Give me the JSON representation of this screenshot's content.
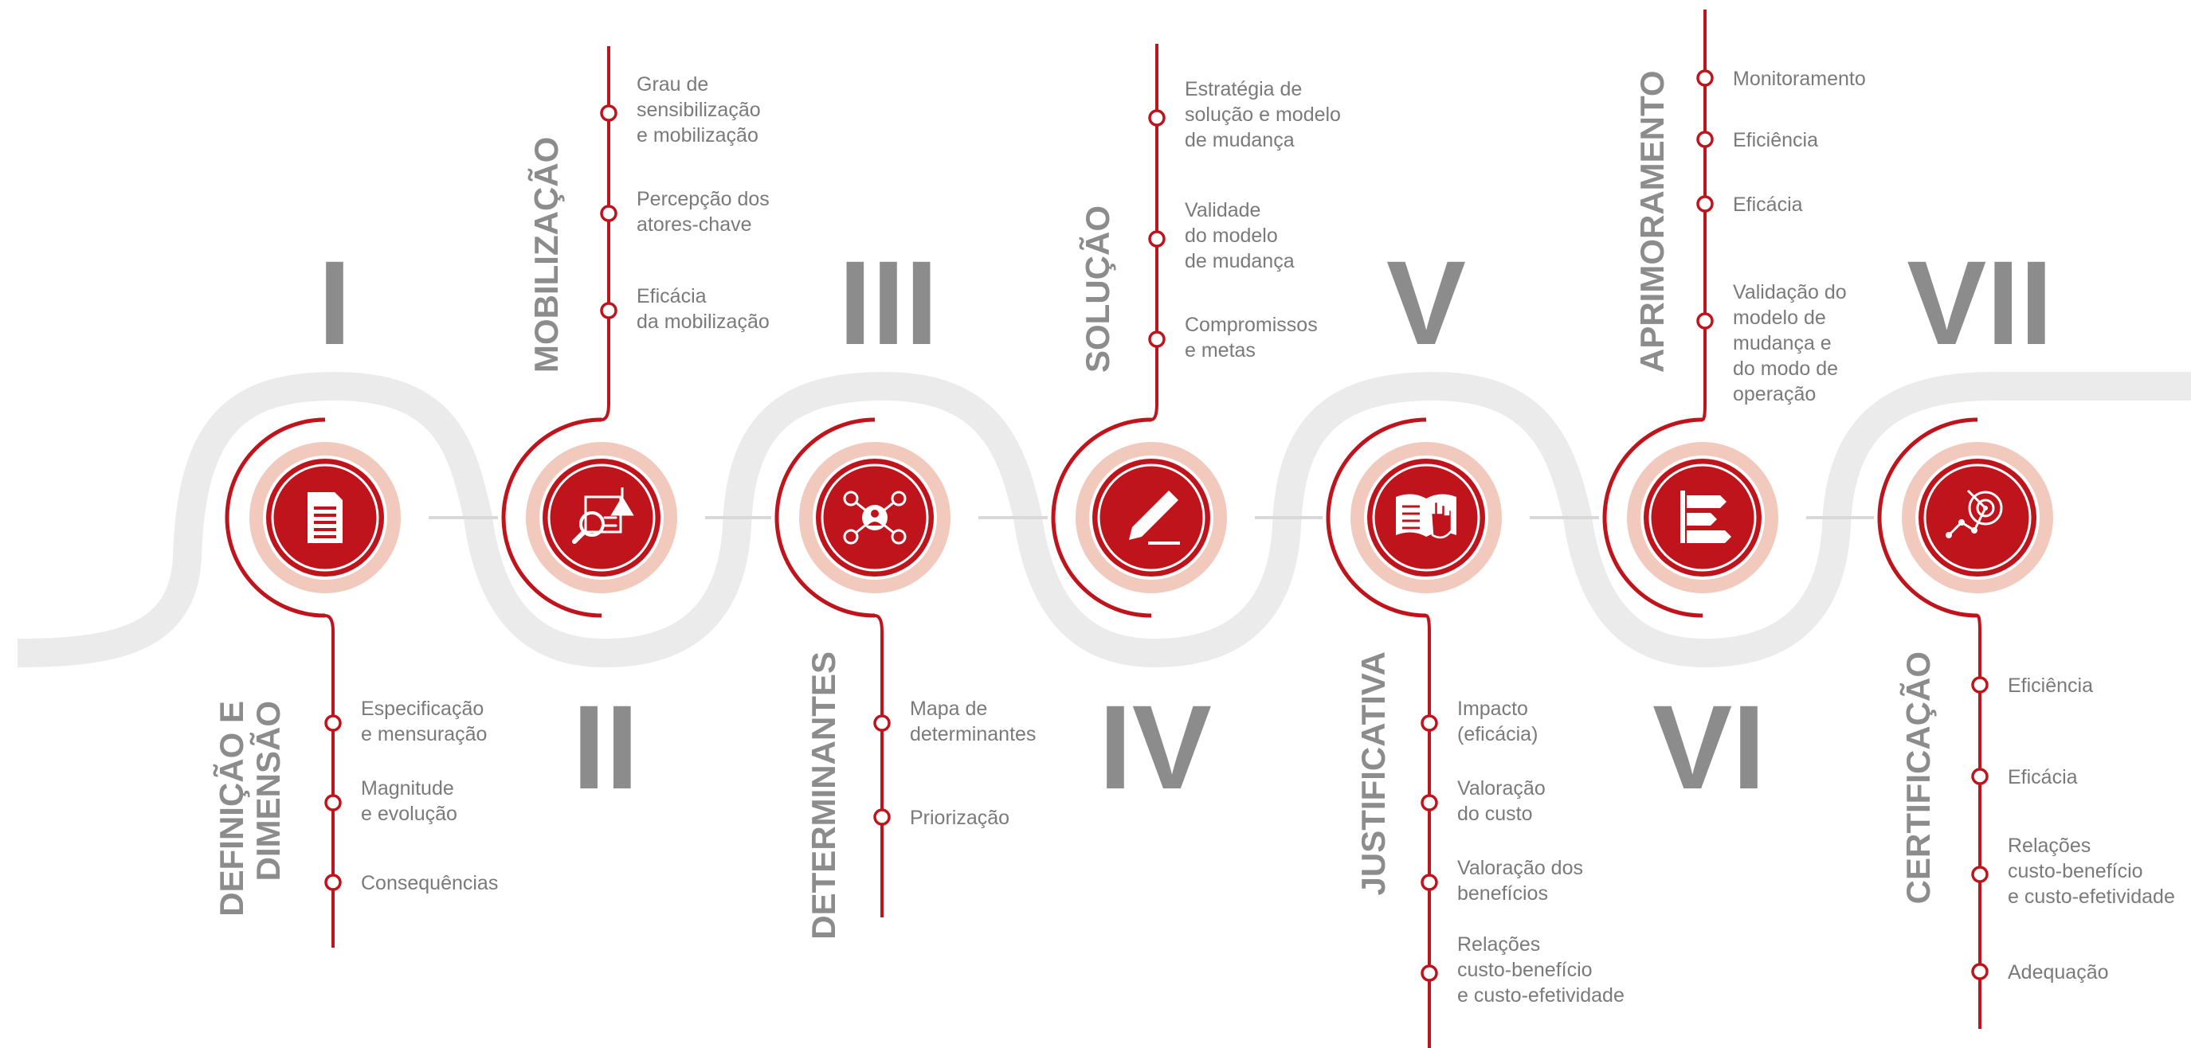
{
  "steps": [
    {
      "numeral": "I",
      "title": [
        "DEFINIÇÃO E",
        "DIMENSÃO"
      ],
      "icon": "document-icon",
      "items": [
        [
          "Especificação",
          "e mensuração"
        ],
        [
          "Magnitude",
          "e evolução"
        ],
        [
          "Consequências"
        ]
      ]
    },
    {
      "numeral": "II",
      "title": [
        "MOBILIZAÇÃO"
      ],
      "icon": "research-icon",
      "items": [
        [
          "Grau de",
          "sensibilização",
          "e mobilização"
        ],
        [
          "Percepção dos",
          "atores-chave"
        ],
        [
          "Eficácia",
          "da mobilização"
        ]
      ]
    },
    {
      "numeral": "III",
      "title": [
        "DETERMINANTES"
      ],
      "icon": "network-icon",
      "items": [
        [
          "Mapa de",
          "determinantes"
        ],
        [
          "Priorização"
        ]
      ]
    },
    {
      "numeral": "IV",
      "title": [
        "SOLUÇÃO"
      ],
      "icon": "pen-icon",
      "items": [
        [
          "Estratégia de",
          "solução e modelo",
          "de mudança"
        ],
        [
          "Validade",
          "do modelo",
          "de mudança"
        ],
        [
          "Compromissos",
          "e metas"
        ]
      ]
    },
    {
      "numeral": "V",
      "title": [
        "JUSTIFICATIVA"
      ],
      "icon": "book-hand-icon",
      "items": [
        [
          "Impacto",
          "(eficácia)"
        ],
        [
          "Valoração",
          "do custo"
        ],
        [
          "Valoração dos",
          "benefícios"
        ],
        [
          "Relações",
          "custo-benefício",
          "e custo-efetividade"
        ]
      ]
    },
    {
      "numeral": "VI",
      "title": [
        "APRIMORAMENTO"
      ],
      "icon": "bars-icon",
      "items": [
        [
          "Monitoramento"
        ],
        [
          "Eficiência"
        ],
        [
          "Eficácia"
        ],
        [
          "Validação do",
          "modelo de",
          "mudança e",
          "do modo de",
          "operação"
        ]
      ]
    },
    {
      "numeral": "VII",
      "title": [
        "CERTIFICAÇÃO"
      ],
      "icon": "target-chart-icon",
      "items": [
        [
          "Eficiência"
        ],
        [
          "Eficácia"
        ],
        [
          "Relações",
          "custo-benefício",
          "e custo-efetividade"
        ],
        [
          "Adequação"
        ]
      ]
    }
  ],
  "colors": {
    "red": "#c0141c",
    "ring": "#f2c9bd",
    "road": "#ebebeb",
    "text": "#7a7a7a",
    "numeral": "#8c8c8c"
  }
}
